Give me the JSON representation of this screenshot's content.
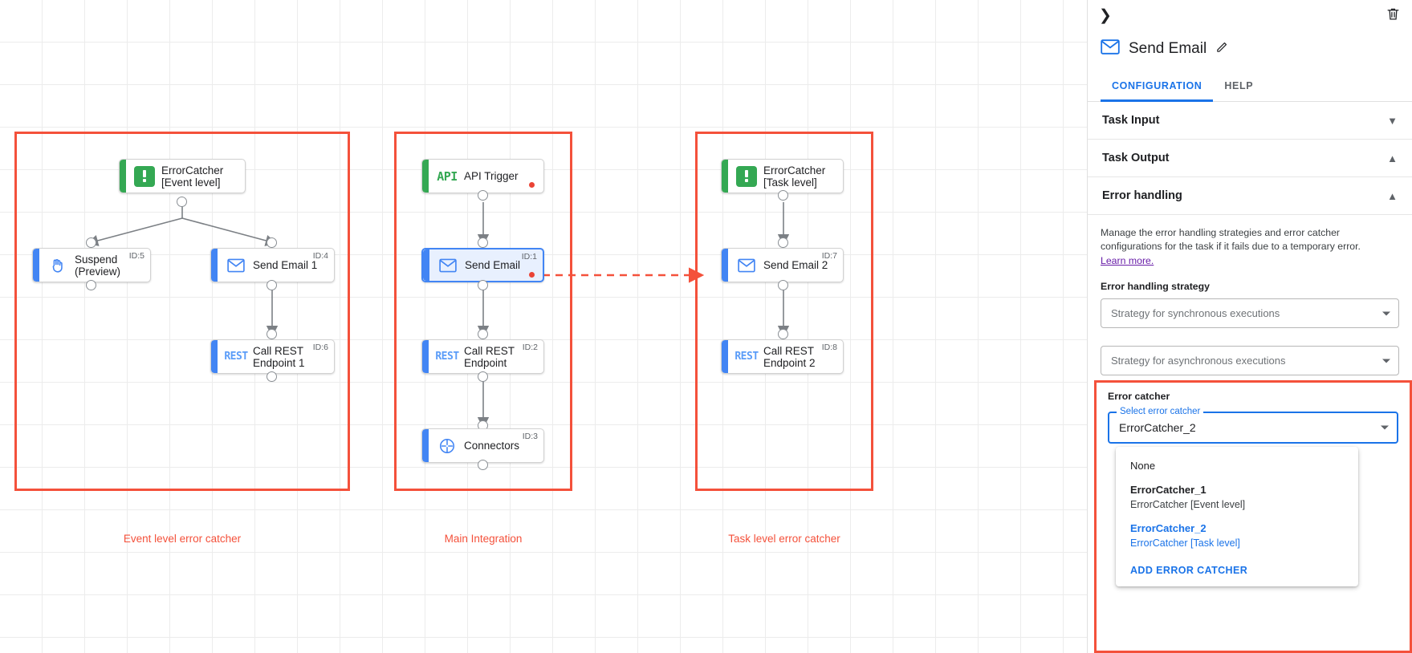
{
  "canvas": {
    "groups": [
      {
        "id": "event-level",
        "caption": "Event level error catcher"
      },
      {
        "id": "main-integration",
        "caption": "Main Integration"
      },
      {
        "id": "task-level",
        "caption": "Task level error catcher"
      }
    ],
    "nodes": [
      {
        "key": "errorcatcher1",
        "label": "ErrorCatcher\n[Event level]",
        "icon": "error-catcher-icon",
        "accent": "green",
        "id_badge": ""
      },
      {
        "key": "suspend",
        "label": "Suspend\n(Preview)",
        "icon": "hand-icon",
        "accent": "blue",
        "id_badge": "ID:5"
      },
      {
        "key": "sendemail1",
        "label": "Send Email 1",
        "icon": "envelope-icon",
        "accent": "blue",
        "id_badge": "ID:4"
      },
      {
        "key": "callrest1",
        "label": "Call REST\nEndpoint 1",
        "icon": "rest-icon",
        "accent": "blue",
        "id_badge": "ID:6"
      },
      {
        "key": "apitrigger",
        "label": "API Trigger",
        "icon": "api-icon",
        "accent": "green",
        "id_badge": ""
      },
      {
        "key": "sendemail",
        "label": "Send Email",
        "icon": "envelope-icon",
        "accent": "blue",
        "id_badge": "ID:1"
      },
      {
        "key": "callrest",
        "label": "Call REST\nEndpoint",
        "icon": "rest-icon",
        "accent": "blue",
        "id_badge": "ID:2"
      },
      {
        "key": "connectors",
        "label": "Connectors",
        "icon": "connectors-icon",
        "accent": "blue",
        "id_badge": "ID:3"
      },
      {
        "key": "errorcatcher2",
        "label": "ErrorCatcher\n[Task level]",
        "icon": "error-catcher-icon",
        "accent": "green",
        "id_badge": ""
      },
      {
        "key": "sendemail2",
        "label": "Send Email 2",
        "icon": "envelope-icon",
        "accent": "blue",
        "id_badge": "ID:7"
      },
      {
        "key": "callrest2",
        "label": "Call REST\nEndpoint 2",
        "icon": "rest-icon",
        "accent": "blue",
        "id_badge": "ID:8"
      }
    ]
  },
  "panel": {
    "title": "Send Email",
    "collapse_icon": "chevron-right-icon",
    "delete_icon": "trash-icon",
    "edit_icon": "pencil-icon",
    "tabs": [
      {
        "label": "CONFIGURATION",
        "active": true
      },
      {
        "label": "HELP",
        "active": false
      }
    ],
    "sections": [
      {
        "key": "task_input",
        "title": "Task Input",
        "state": "collapsed"
      },
      {
        "key": "task_output",
        "title": "Task Output",
        "state": "expanded"
      },
      {
        "key": "error_handling",
        "title": "Error handling",
        "state": "expanded"
      }
    ],
    "error_handling": {
      "description": "Manage the error handling strategies and error catcher configurations for the task if it fails due to a temporary error.",
      "learn_more": "Learn more.",
      "strategy_label": "Error handling strategy",
      "sync_placeholder": "Strategy for synchronous executions",
      "async_placeholder": "Strategy for asynchronous executions"
    },
    "error_catcher": {
      "block_label": "Error catcher",
      "field_legend": "Select error catcher",
      "field_value": "ErrorCatcher_2",
      "options": [
        {
          "primary": "None",
          "secondary": "",
          "selected": false
        },
        {
          "primary": "ErrorCatcher_1",
          "secondary": "ErrorCatcher [Event level]",
          "selected": false
        },
        {
          "primary": "ErrorCatcher_2",
          "secondary": "ErrorCatcher [Task level]",
          "selected": true
        }
      ],
      "add_label": "ADD ERROR CATCHER"
    }
  },
  "colors": {
    "accent_blue": "#1a73e8",
    "node_blue": "#4285f4",
    "node_green": "#34a853",
    "highlight_red": "#f4513b",
    "link_purple": "#681da8"
  }
}
